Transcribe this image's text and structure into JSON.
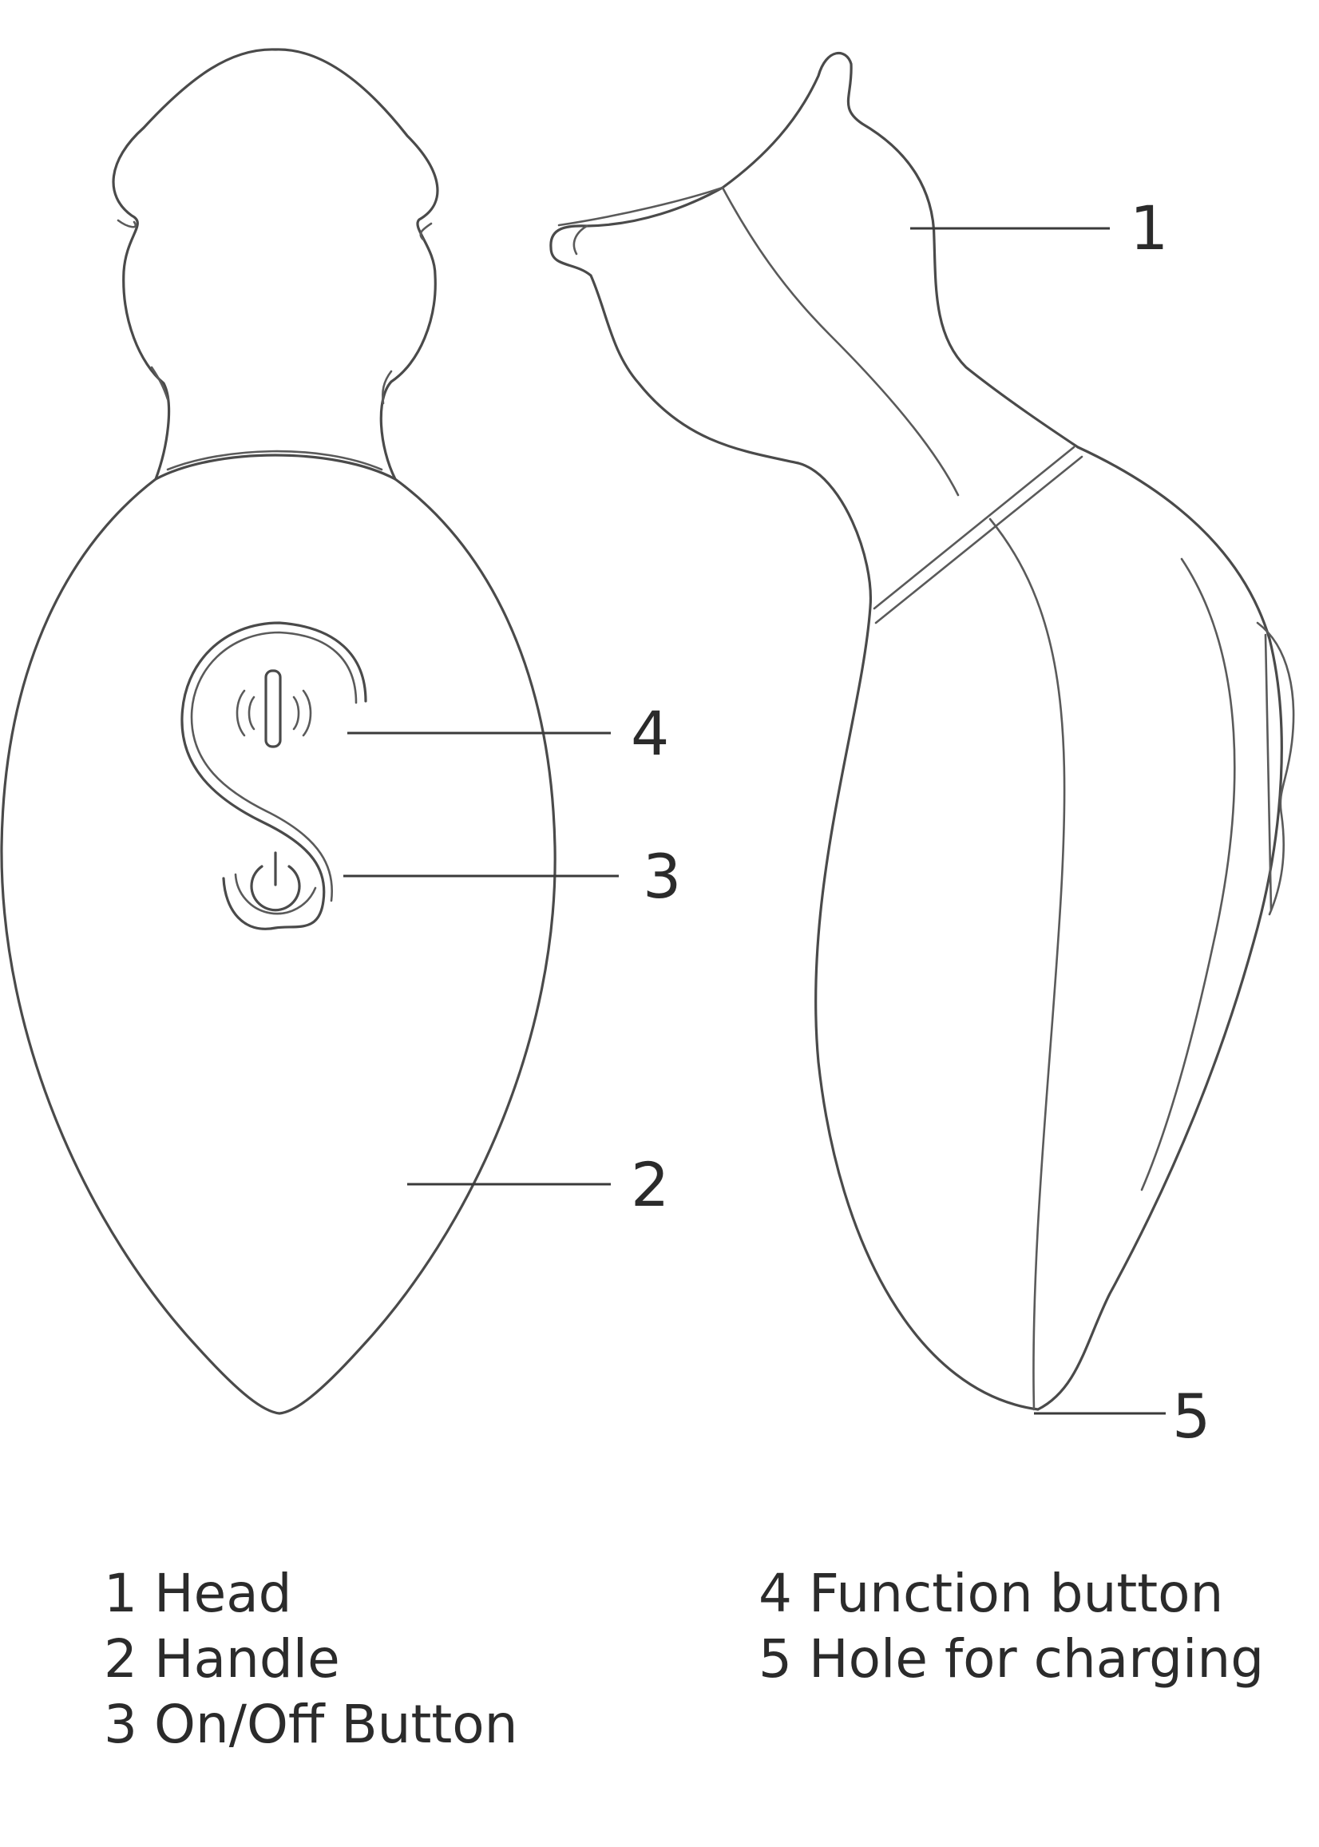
{
  "callouts": [
    "1",
    "2",
    "3",
    "4",
    "5"
  ],
  "legend": {
    "left": [
      "1  Head",
      "2  Handle",
      "3 On/Off Button"
    ],
    "right": [
      "4 Function button",
      "5 Hole for charging"
    ]
  },
  "colors": {
    "line": "#4a4a4a",
    "text": "#2b2b2b",
    "background": "#ffffff"
  },
  "icons": [
    "function-button-icon",
    "power-icon"
  ]
}
